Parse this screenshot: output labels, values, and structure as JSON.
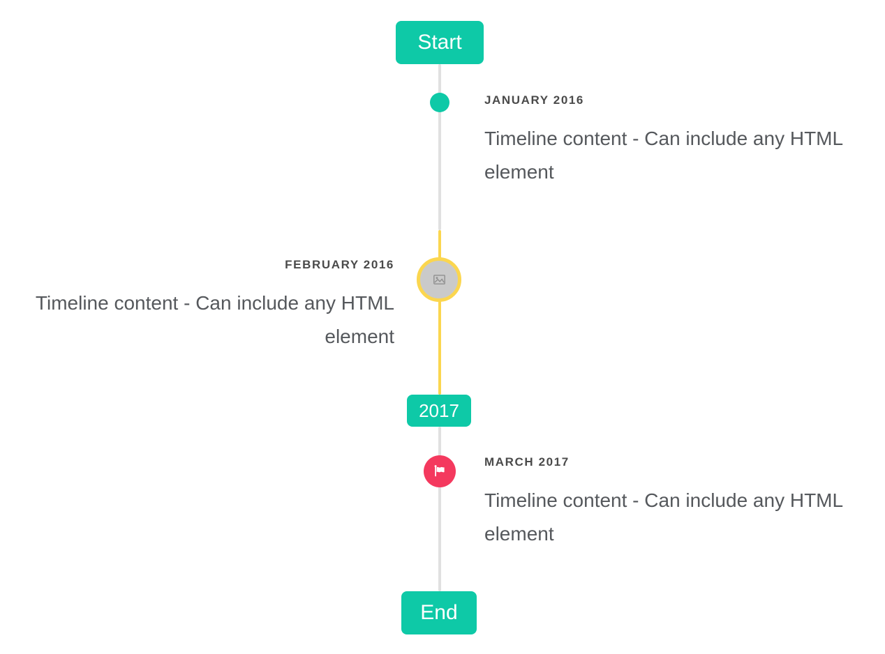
{
  "timeline": {
    "start_label": "Start",
    "end_label": "End",
    "year_badge_label": "2017",
    "items": [
      {
        "date": "JANUARY 2016",
        "content": "Timeline content - Can include any HTML element",
        "side": "right",
        "marker": "teal-dot"
      },
      {
        "date": "FEBRUARY 2016",
        "content": "Timeline content - Can include any HTML element",
        "side": "left",
        "marker": "gray-circle-yellow-ring-broken-image-icon"
      },
      {
        "date": "MARCH 2017",
        "content": "Timeline content - Can include any HTML element",
        "side": "right",
        "marker": "red-circle-flag-icon"
      }
    ],
    "colors": {
      "accent_teal": "#0ec9a7",
      "accent_yellow": "#fbd64f",
      "accent_red": "#f4395e",
      "line_gray": "#e0e0e0",
      "marker_gray_fill": "#cacaca",
      "date_text": "#4a4a4a",
      "content_text": "#55585c",
      "background": "#ffffff"
    }
  }
}
